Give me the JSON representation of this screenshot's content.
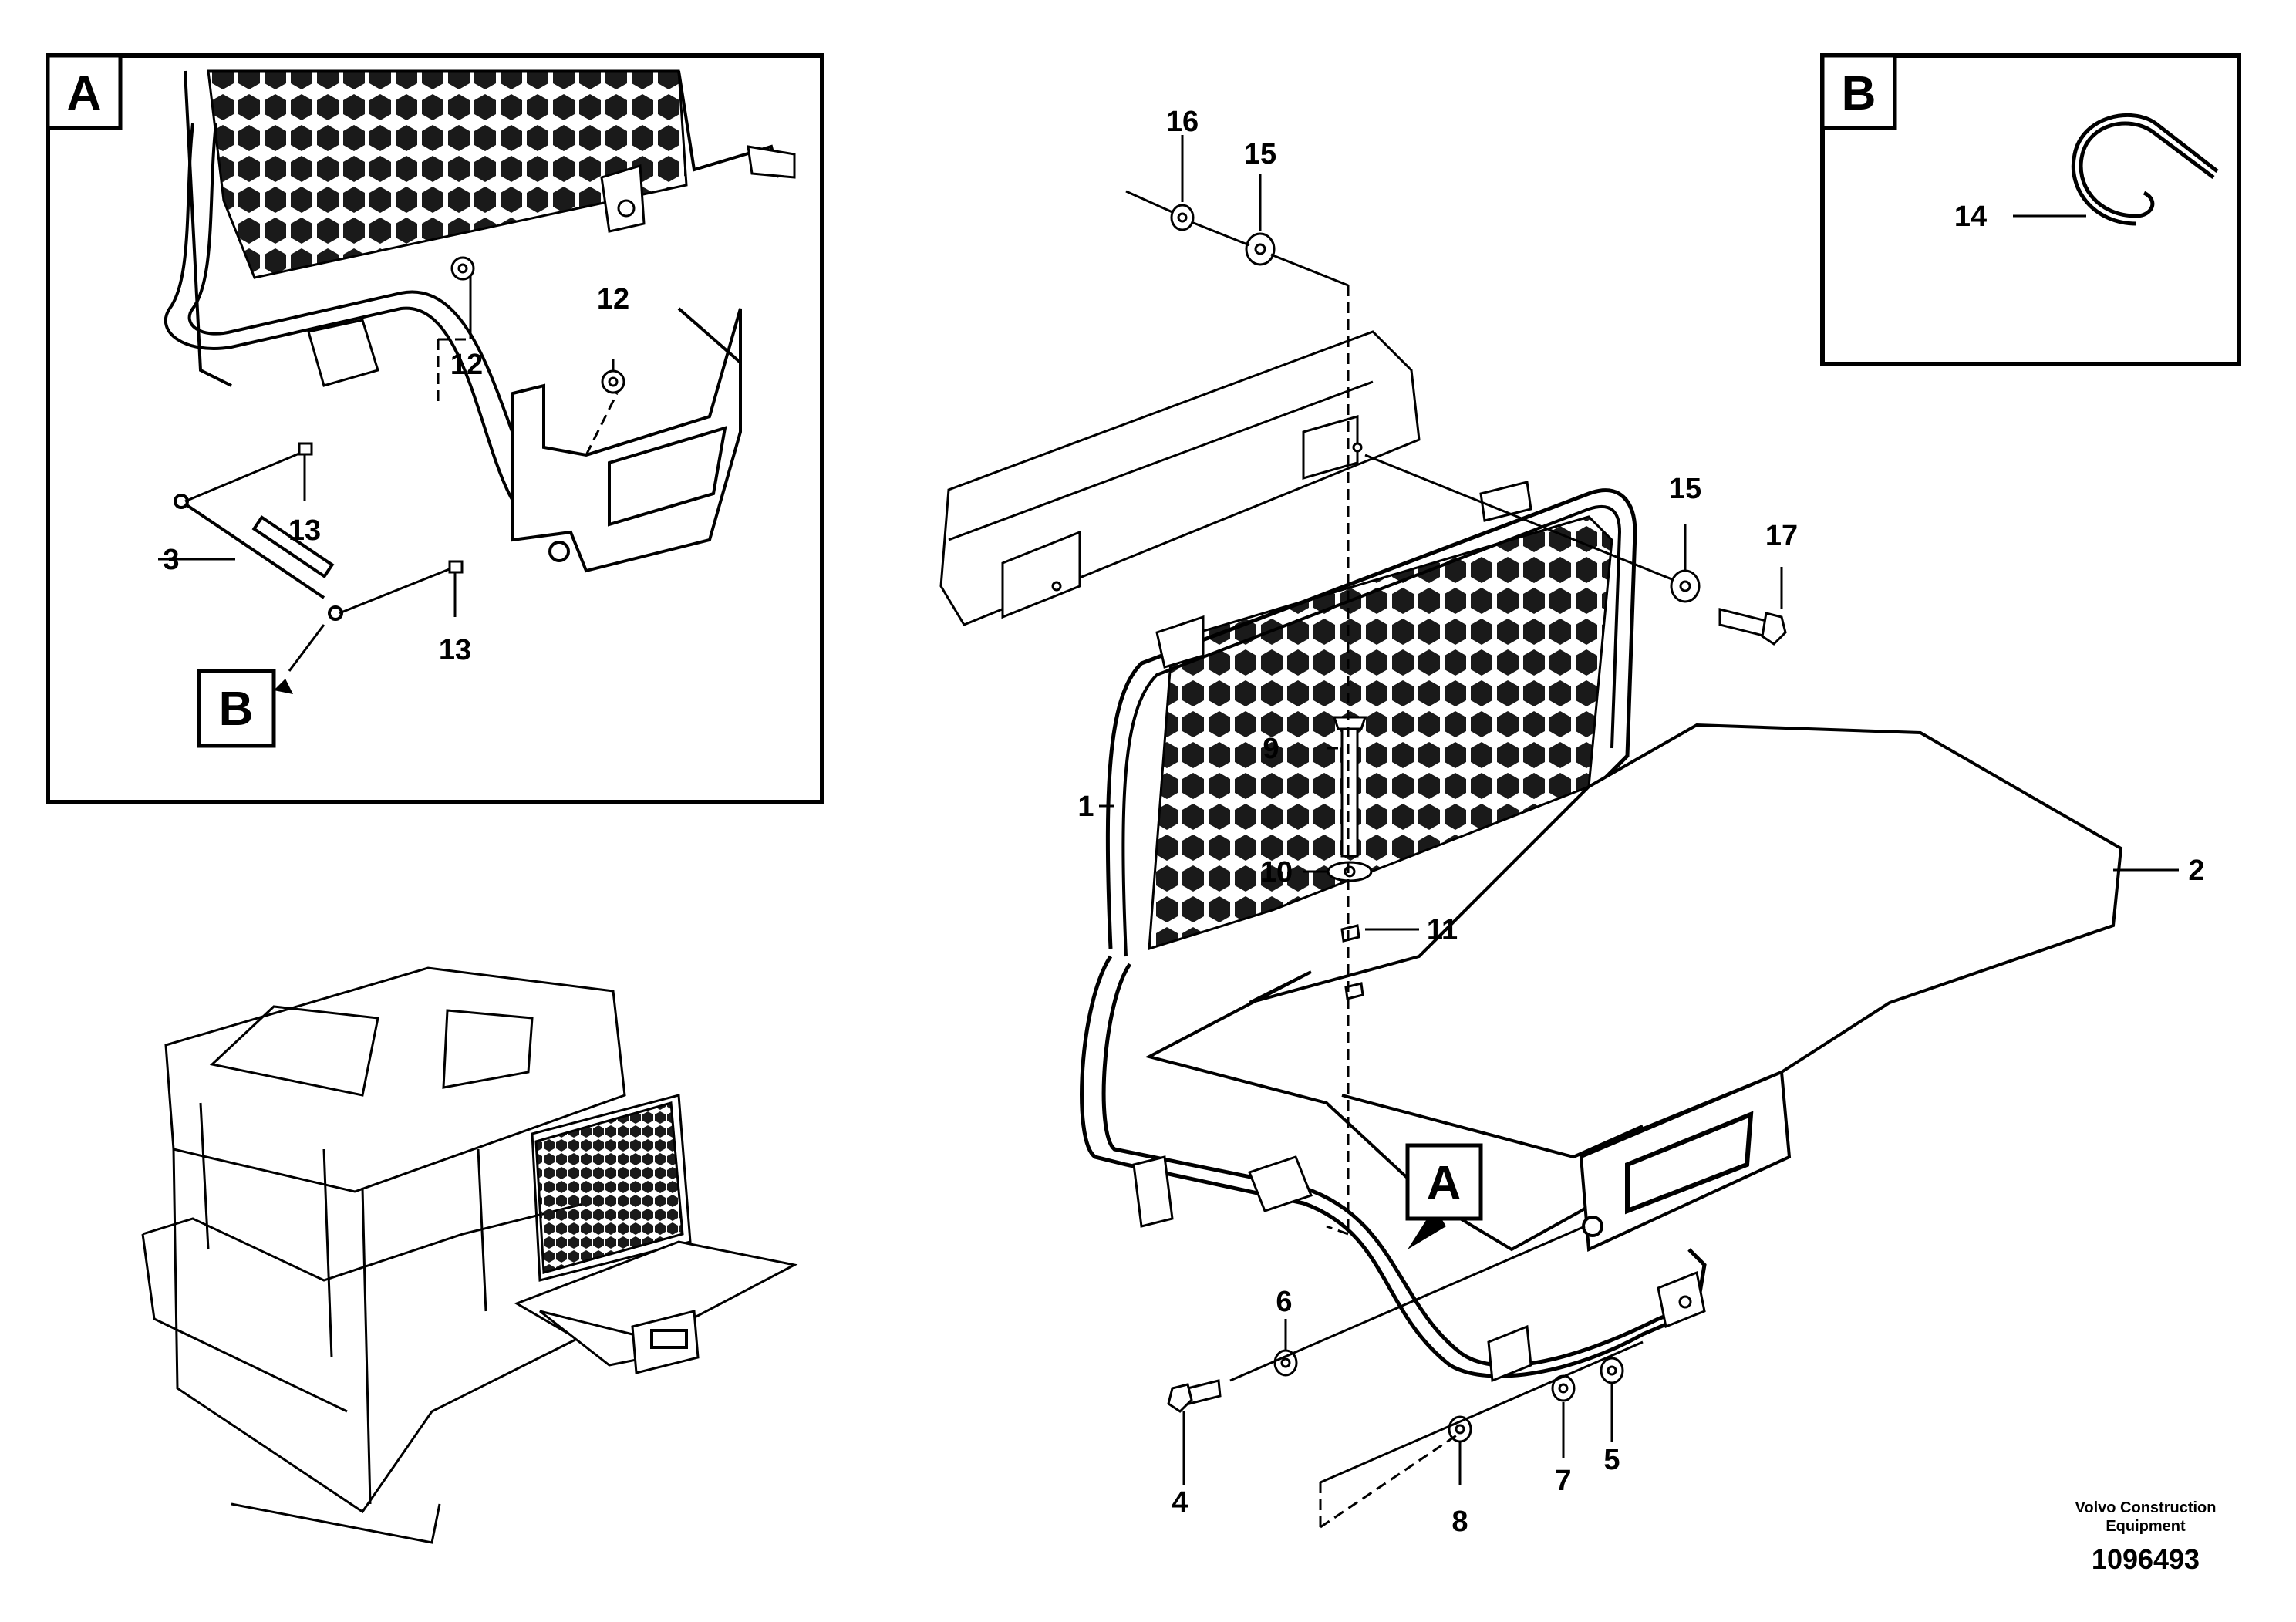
{
  "detail_a": {
    "letter": "A",
    "labels": [
      "12",
      "12",
      "3",
      "13",
      "13"
    ],
    "ref": "B"
  },
  "detail_b": {
    "letter": "B",
    "labels": [
      "14"
    ]
  },
  "main": {
    "labels": [
      "16",
      "15",
      "15",
      "17",
      "9",
      "10",
      "11",
      "1",
      "2",
      "6",
      "4",
      "8",
      "7",
      "5"
    ],
    "callout": "A"
  },
  "footer": {
    "org": "Volvo Construction Equipment",
    "doc_number": "1096493"
  }
}
